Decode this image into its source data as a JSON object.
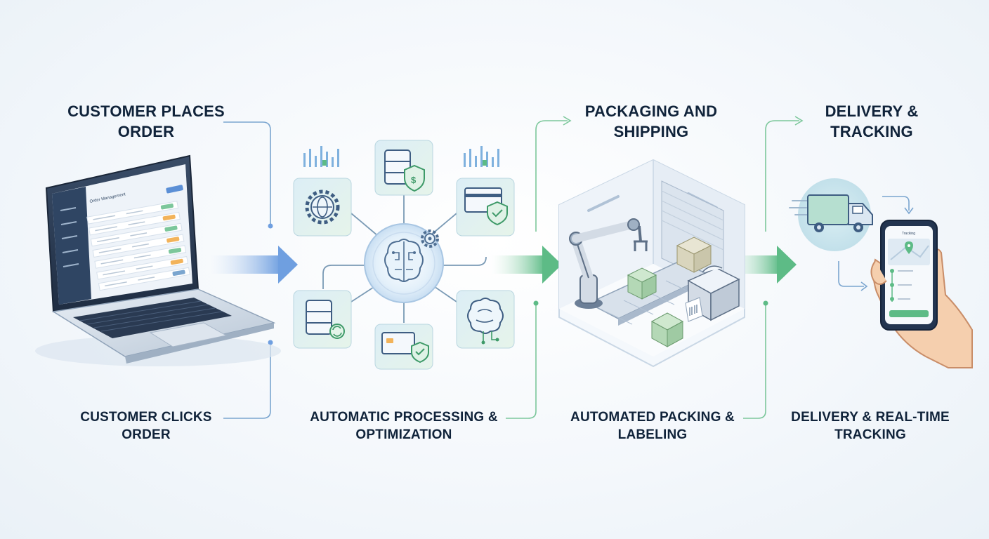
{
  "titles": {
    "customer_places_order": "CUSTOMER PLACES ORDER",
    "packaging_and_shipping": "PACKAGING AND SHIPPING",
    "delivery_tracking": "DELIVERY & TRACKING"
  },
  "captions": {
    "customer_clicks_order": "CUSTOMER CLICKS ORDER",
    "automatic_processing": "AUTOMATIC PROCESSING & OPTIMIZATION",
    "automated_packing": "AUTOMATED PACKING & LABELING",
    "delivery_realtime": "DELIVERY & REAL-TIME TRACKING"
  },
  "laptop_screen": {
    "heading": "Order Management"
  },
  "phone_screen": {
    "heading": "Tracking"
  },
  "icons": {
    "gear_globe": "gear-globe-icon",
    "database_dollar": "database-dollar-shield-icon",
    "credit_card_shield": "credit-card-shield-icon",
    "brain_gear": "brain-gear-icon",
    "database_sync": "database-sync-icon",
    "brain_circuit": "brain-circuit-icon",
    "truck": "delivery-truck-icon"
  },
  "colors": {
    "text": "#10233a",
    "blue_accent": "#5b8fd6",
    "green_accent": "#5dbb86",
    "tile_fill": "#e3f0ee",
    "line": "#7a9ab5"
  }
}
